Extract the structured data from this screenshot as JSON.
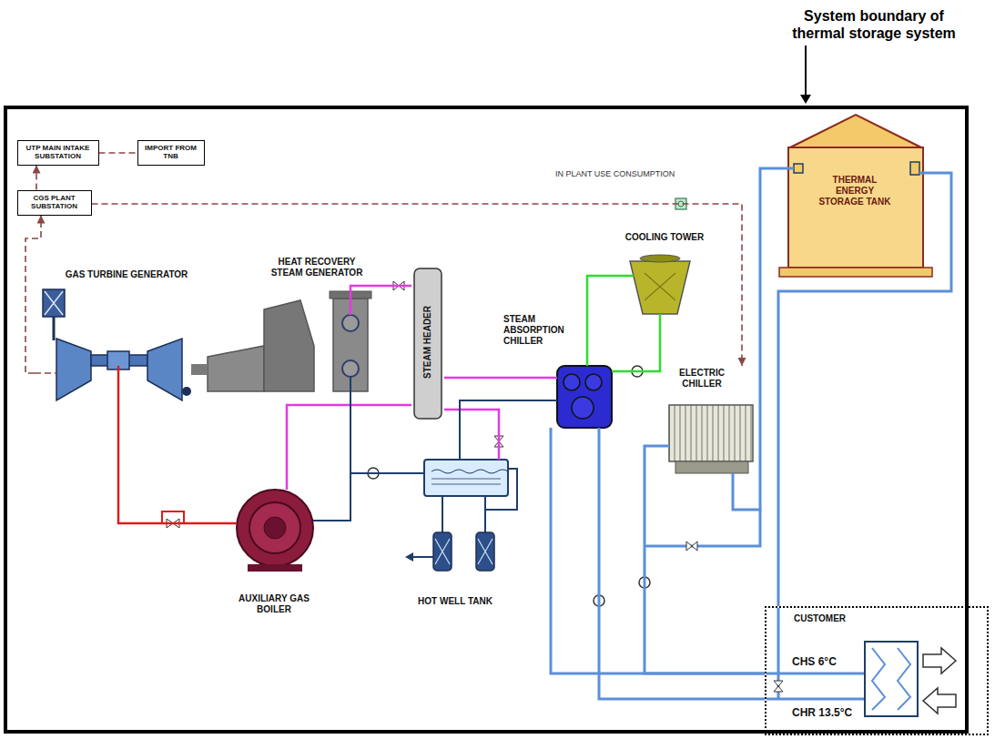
{
  "diagram": {
    "nodes": [
      {
        "text": [
          "UTP MAIN INTAKE SUBSTATION"
        ]
      },
      {
        "text": [
          "IMPORT FROM TNB"
        ]
      },
      {
        "text": [
          "CGS PLANT SUBSTATION"
        ]
      },
      {
        "text": [
          "System boundary of thermal storage system"
        ]
      },
      {
        "text": [
          "GAS TURBINE GENERATOR"
        ]
      },
      {
        "text": [
          "HEAT RECOVERY STEAM GENERATOR"
        ]
      },
      {
        "text": [
          "STEAM HEADER"
        ]
      },
      {
        "text": [
          "STEAM ABSORPTION CHILLER"
        ],
        "in": 3
      },
      {
        "text": [
          "COOLING TOWER"
        ],
        "in": 3
      },
      {
        "text": [
          "ELECTRIC CHILLER"
        ],
        "in": 3
      },
      {
        "text": [
          "THERMAL ENERGY STORAGE TANK"
        ],
        "in": 3
      },
      {
        "text": [
          "AUXILIARY GAS BOILER"
        ]
      },
      {
        "text": [
          "HOT WELL TANK"
        ]
      },
      {
        "text": [
          "CUSTOMER"
        ]
      }
    ],
    "edges": [
      {
        "from": 0,
        "to": 1,
        "arrow": "none"
      },
      {
        "from": 2,
        "to": 0,
        "arrow": "to"
      },
      {
        "from": 4,
        "to": 2,
        "arrow": "to"
      },
      {
        "from": 2,
        "to": 9,
        "arrow": "to"
      },
      {
        "from": 4,
        "to": 5,
        "arrow": "none"
      },
      {
        "from": 5,
        "to": 6,
        "arrow": "none"
      },
      {
        "from": 6,
        "to": 7,
        "arrow": "none"
      },
      {
        "from": 7,
        "to": 8,
        "arrow": "none"
      },
      {
        "from": 7,
        "to": 8,
        "arrow": "none"
      },
      {
        "from": 6,
        "to": 12,
        "arrow": "none"
      },
      {
        "from": 11,
        "to": 6,
        "arrow": "none"
      },
      {
        "from": 4,
        "to": 11,
        "arrow": "none"
      },
      {
        "from": 12,
        "to": 5,
        "arrow": "none"
      },
      {
        "from": 11,
        "to": 12,
        "arrow": "none"
      },
      {
        "from": 7,
        "to": 12,
        "arrow": "none"
      },
      {
        "from": 7,
        "to": 13,
        "arrow": "none"
      },
      {
        "from": 13,
        "to": 7,
        "arrow": "none"
      },
      {
        "from": 9,
        "to": 13,
        "arrow": "none"
      },
      {
        "from": 10,
        "to": 13,
        "arrow": "none"
      },
      {
        "from": 10,
        "to": 9,
        "arrow": "none"
      }
    ],
    "labels": [
      "IN PLANT USE CONSUMPTION",
      "CHS 6°C",
      "CHR 13.5°C"
    ]
  }
}
